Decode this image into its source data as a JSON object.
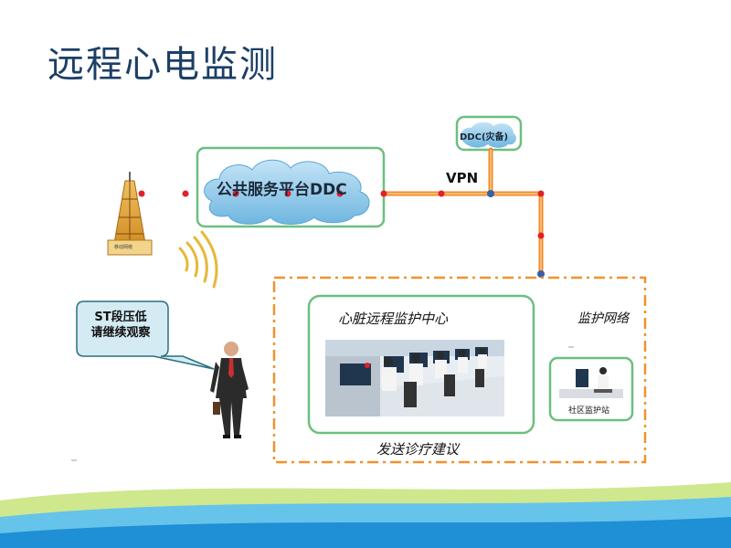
{
  "slide": {
    "title": "远程心电监测"
  },
  "diagram": {
    "public_platform": "公共服务平台DDC",
    "backup_platform": "DDC(灾备)",
    "vpn": "VPN",
    "tower_label": "移动网络",
    "patient_message": [
      "ST段压低",
      "请继续观察"
    ],
    "heart_center": "心脏远程监护中心",
    "monitor_network": "监护网络",
    "community_station": "社区监护站",
    "send_advice": "发送诊疗建议"
  },
  "colors": {
    "title": "#1c3f66",
    "box_border": "#6cbf7f",
    "cloud_fill": "#8ec8ea",
    "link_orange": "#f08a24",
    "node_red": "#e0202a",
    "node_blue": "#3a5fa8",
    "dashed_border": "#f0922e",
    "bubble_fill": "#d4ebf4",
    "bubble_border": "#2a6f7e",
    "wave_yellow": "#e6b83a"
  },
  "icons": [
    "tower-icon",
    "signal-wave-icon",
    "person-icon",
    "cloud-icon",
    "workstation-icon"
  ]
}
